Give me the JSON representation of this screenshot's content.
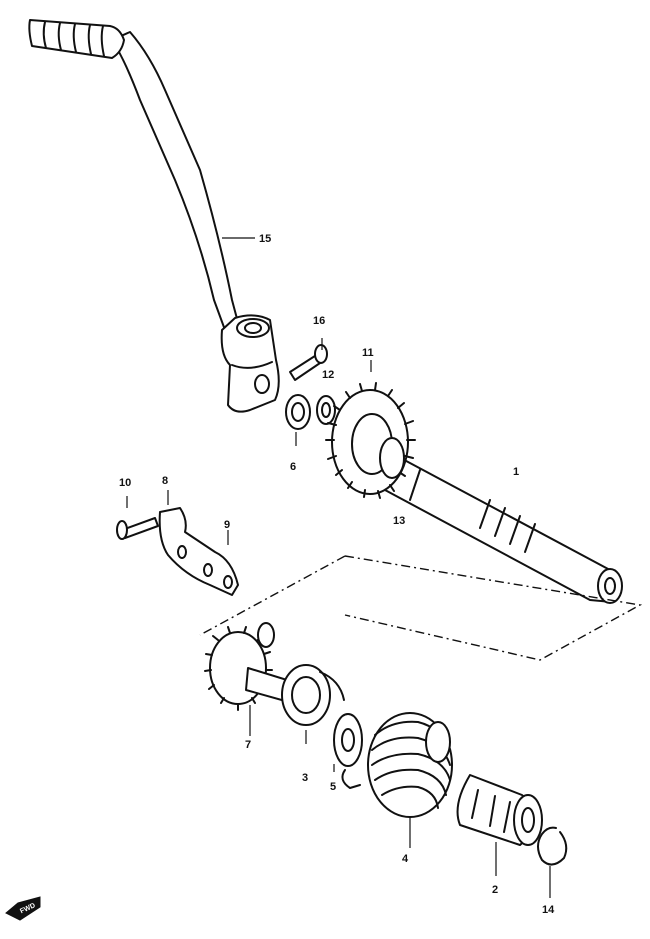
{
  "parts": [
    {
      "id": "p1",
      "number": "1"
    },
    {
      "id": "p2",
      "number": "2"
    },
    {
      "id": "p3",
      "number": "3"
    },
    {
      "id": "p4",
      "number": "4"
    },
    {
      "id": "p5",
      "number": "5"
    },
    {
      "id": "p6",
      "number": "6"
    },
    {
      "id": "p7",
      "number": "7"
    },
    {
      "id": "p8",
      "number": "8"
    },
    {
      "id": "p9",
      "number": "9"
    },
    {
      "id": "p10",
      "number": "10"
    },
    {
      "id": "p11",
      "number": "11"
    },
    {
      "id": "p12",
      "number": "12"
    },
    {
      "id": "p13",
      "number": "13"
    },
    {
      "id": "p14",
      "number": "14"
    },
    {
      "id": "p15",
      "number": "15"
    },
    {
      "id": "p16",
      "number": "16"
    }
  ],
  "direction_marker": {
    "label": "FWD",
    "icon": "forward-arrow-icon"
  }
}
